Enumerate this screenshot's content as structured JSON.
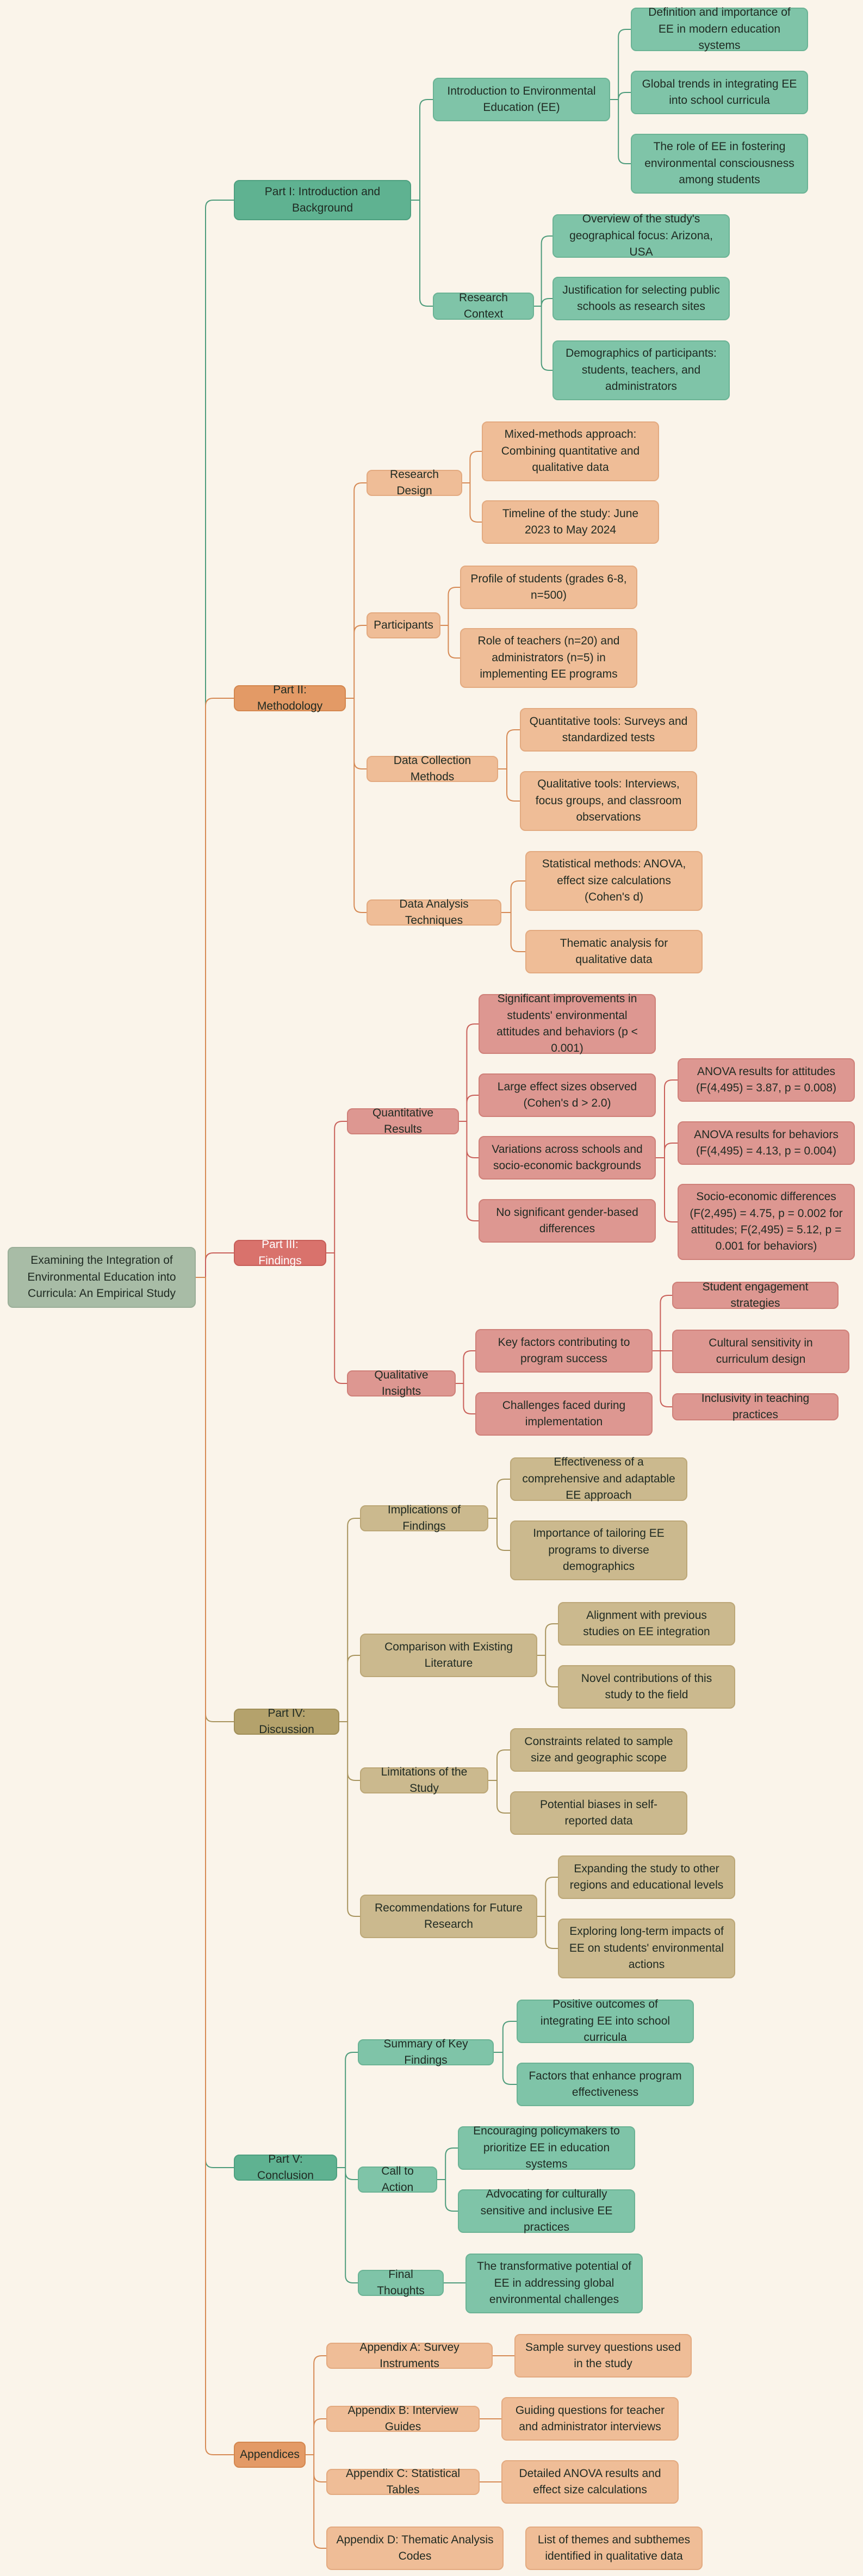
{
  "mindmap": {
    "root": "Examining the Integration of Environmental Education into Curricula: An Empirical Study",
    "colors": {
      "part1": "#4e9c7c",
      "part2": "#d68a55",
      "part3": "#c9605a",
      "part4": "#a8945e",
      "part5": "#4e9c7c",
      "part6": "#d68a55"
    },
    "part1": {
      "label": "Part I: Introduction and Background",
      "intro": {
        "label": "Introduction to Environmental Education (EE)",
        "items": [
          "Definition and importance of EE in modern education systems",
          "Global trends in integrating EE into school curricula",
          "The role of EE in fostering environmental consciousness among students"
        ]
      },
      "context": {
        "label": "Research Context",
        "items": [
          "Overview of the study's geographical focus: Arizona, USA",
          "Justification for selecting public schools as research sites",
          "Demographics of participants: students, teachers, and administrators"
        ]
      }
    },
    "part2": {
      "label": "Part II: Methodology",
      "design": {
        "label": "Research Design",
        "items": [
          "Mixed-methods approach: Combining quantitative and qualitative data",
          "Timeline of the study: June 2023 to May 2024"
        ]
      },
      "participants": {
        "label": "Participants",
        "items": [
          "Profile of students (grades 6-8, n=500)",
          "Role of teachers (n=20) and administrators (n=5) in implementing EE programs"
        ]
      },
      "collection": {
        "label": "Data Collection Methods",
        "items": [
          "Quantitative tools: Surveys and standardized tests",
          "Qualitative tools: Interviews, focus groups, and classroom observations"
        ]
      },
      "analysis": {
        "label": "Data Analysis Techniques",
        "items": [
          "Statistical methods: ANOVA, effect size calculations (Cohen's d)",
          "Thematic analysis for qualitative data"
        ]
      }
    },
    "part3": {
      "label": "Part III: Findings",
      "quant": {
        "label": "Quantitative Results",
        "items": [
          "Significant improvements in students' environmental attitudes and behaviors (p < 0.001)",
          "Large effect sizes observed (Cohen's d > 2.0)",
          "Variations across schools and socio-economic backgrounds",
          "No significant gender-based differences"
        ],
        "anova": [
          "ANOVA results for attitudes (F(4,495) = 3.87, p = 0.008)",
          "ANOVA results for behaviors (F(4,495) = 4.13, p = 0.004)",
          "Socio-economic differences (F(2,495) = 4.75, p = 0.002 for attitudes; F(2,495) = 5.12, p = 0.001 for behaviors)"
        ]
      },
      "qual": {
        "label": "Qualitative Insights",
        "items": [
          "Key factors contributing to program success",
          "Challenges faced during implementation"
        ],
        "factors": [
          "Student engagement strategies",
          "Cultural sensitivity in curriculum design",
          "Inclusivity in teaching practices"
        ]
      }
    },
    "part4": {
      "label": "Part IV: Discussion",
      "implications": {
        "label": "Implications of Findings",
        "items": [
          "Effectiveness of a comprehensive and adaptable EE approach",
          "Importance of tailoring EE programs to diverse demographics"
        ]
      },
      "comparison": {
        "label": "Comparison with Existing Literature",
        "items": [
          "Alignment with previous studies on EE integration",
          "Novel contributions of this study to the field"
        ]
      },
      "limitations": {
        "label": "Limitations of the Study",
        "items": [
          "Constraints related to sample size and geographic scope",
          "Potential biases in self-reported data"
        ]
      },
      "recommendations": {
        "label": "Recommendations for Future Research",
        "items": [
          "Expanding the study to other regions and educational levels",
          "Exploring long-term impacts of EE on students' environmental actions"
        ]
      }
    },
    "part5": {
      "label": "Part V: Conclusion",
      "summary": {
        "label": "Summary of Key Findings",
        "items": [
          "Positive outcomes of integrating EE into school curricula",
          "Factors that enhance program effectiveness"
        ]
      },
      "action": {
        "label": "Call to Action",
        "items": [
          "Encouraging policymakers to prioritize EE in education systems",
          "Advocating for culturally sensitive and inclusive EE practices"
        ]
      },
      "final": {
        "label": "Final Thoughts",
        "items": [
          "The transformative potential of EE in addressing global environmental challenges"
        ]
      }
    },
    "appendices": {
      "label": "Appendices",
      "a": {
        "label": "Appendix A: Survey Instruments",
        "items": [
          "Sample survey questions used in the study"
        ]
      },
      "b": {
        "label": "Appendix B: Interview Guides",
        "items": [
          "Guiding questions for teacher and administrator interviews"
        ]
      },
      "c": {
        "label": "Appendix C: Statistical Tables",
        "items": [
          "Detailed ANOVA results and effect size calculations"
        ]
      },
      "d": {
        "label": "Appendix D: Thematic Analysis Codes",
        "items": [
          "List of themes and subthemes identified in qualitative data"
        ]
      }
    }
  }
}
